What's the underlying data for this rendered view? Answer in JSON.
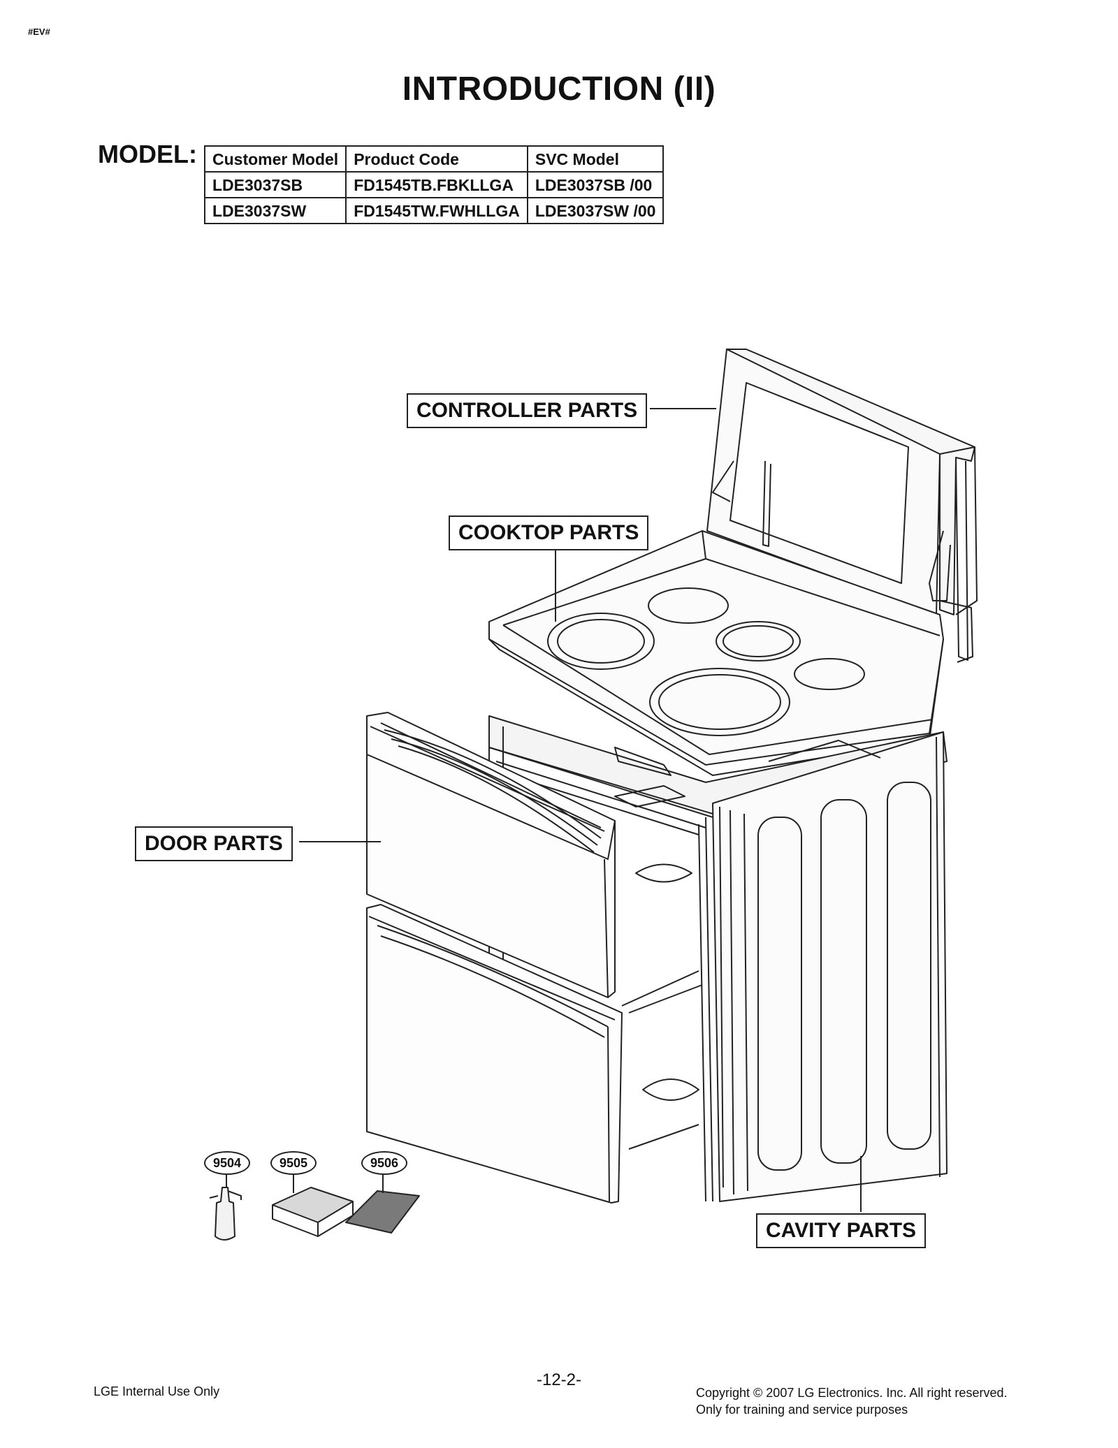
{
  "header_tag": "#EV#",
  "title": "INTRODUCTION (II)",
  "model_label": "MODEL:",
  "model_table": {
    "headers": [
      "Customer Model",
      "Product Code",
      "SVC Model"
    ],
    "rows": [
      [
        "LDE3037SB",
        "FD1545TB.FBKLLGA",
        "LDE3037SB /00"
      ],
      [
        "LDE3037SW",
        "FD1545TW.FWHLLGA",
        "LDE3037SW /00"
      ]
    ]
  },
  "callouts": {
    "controller": "CONTROLLER PARTS",
    "cooktop": "COOKTOP PARTS",
    "door": "DOOR PARTS",
    "cavity": "CAVITY PARTS"
  },
  "accessories": [
    "9504",
    "9505",
    "9506"
  ],
  "footer": {
    "left": "LGE Internal Use Only",
    "page": "-12-2-",
    "copyright": "Copyright © 2007 LG Electronics. Inc. All right reserved.",
    "purpose": "Only for training and service purposes"
  }
}
